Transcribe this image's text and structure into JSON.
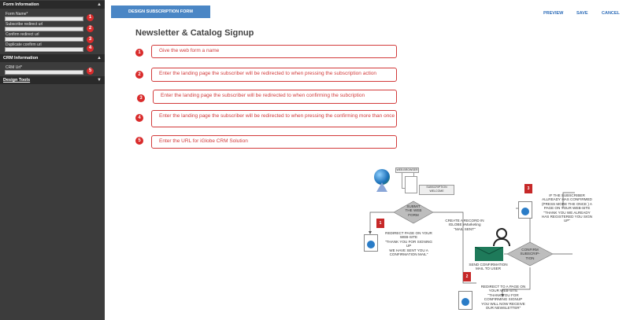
{
  "sidebar": {
    "form_info_title": "Form Information",
    "fields": [
      {
        "label": "Form Name*",
        "num": "1"
      },
      {
        "label": "Subscribe redirect url",
        "num": "2"
      },
      {
        "label": "Confirm redirect url",
        "num": "3"
      },
      {
        "label": "Duplicate confirm url",
        "num": "4"
      }
    ],
    "crm_info_title": "CRM Information",
    "crm_field": {
      "label": "CRM Url*",
      "num": "5"
    },
    "design_tools_title": "Design Tools"
  },
  "toolbar": {
    "design_button": "DESIGN SUBSCRIPTION FORM",
    "preview": "PREVIEW",
    "save": "SAVE",
    "cancel": "CANCEL"
  },
  "main": {
    "title": "Newsletter & Catalog Signup",
    "callouts": [
      {
        "num": "1",
        "text": "Give the web form a name"
      },
      {
        "num": "2",
        "text": "Enter the landing page the subscriber will be redirected to when pressing the subscription action"
      },
      {
        "num": "3",
        "text": "Enter the landing page the subscriber will be redirected to when confirming the subcription"
      },
      {
        "num": "4",
        "text": "Enter the landing page the subscriber will be redirected to when pressing the confirming more than once"
      },
      {
        "num": "5",
        "text": "Enter the URL for iGlobe CRM Solution"
      }
    ]
  },
  "flowchart": {
    "doc_label_1": "WEB BROWSER",
    "doc_label_2": "SUBSCRIPTION WELCOME",
    "submit_line1": "SUBMIT",
    "submit_line2": "THE WEB",
    "submit_line3": "FORM",
    "step1_num": "1",
    "redirect1_l1": "REDIRECT PAGE ON YOUR",
    "redirect1_l2": "WEB-SITE",
    "redirect1_l3": "\"THANK YOU FOR SIGNING",
    "redirect1_l4": "UP",
    "redirect1_l5": "WE HAVE SENT YOU A",
    "redirect1_l6": "CONFIRMATION MAIL\"",
    "create_l1": "CREATE A RECORD IN",
    "create_l2": "IGLOBE eMarketing",
    "create_l3": "\"MAIL SENT\"",
    "confirm_l1": "CONFIRM",
    "confirm_l2": "SUBSCRIP-",
    "confirm_l3": "TION",
    "send_l1": "SEND CONFIRMATION",
    "send_l2": "MAIL TO USER",
    "step3_num": "3",
    "already_l1": "IF THE SUBSCRIBER",
    "already_l2": "ALLREADY HAS CONFIRMED",
    "already_l3": "(PRESS MORE THE ONCE ) A",
    "already_l4": "PAGE ON YOUR WEB-SITE",
    "already_l5": "\"THANK YOU WE ALREADY",
    "already_l6": "HAS REGISTERED YOU SIGN",
    "already_l7": "UP\"",
    "step2_num": "2",
    "redirect2_l1": "REDIRECT TO A PAGE ON",
    "redirect2_l2": "YOUR WEB-SITE",
    "redirect2_l3": "\"THANK YOU FOR",
    "redirect2_l4": "CONFIRMING SIGNUP",
    "redirect2_l5": "YOU WILL NOW RECEIVE",
    "redirect2_l6": "OUR NEWSLETTER\""
  }
}
